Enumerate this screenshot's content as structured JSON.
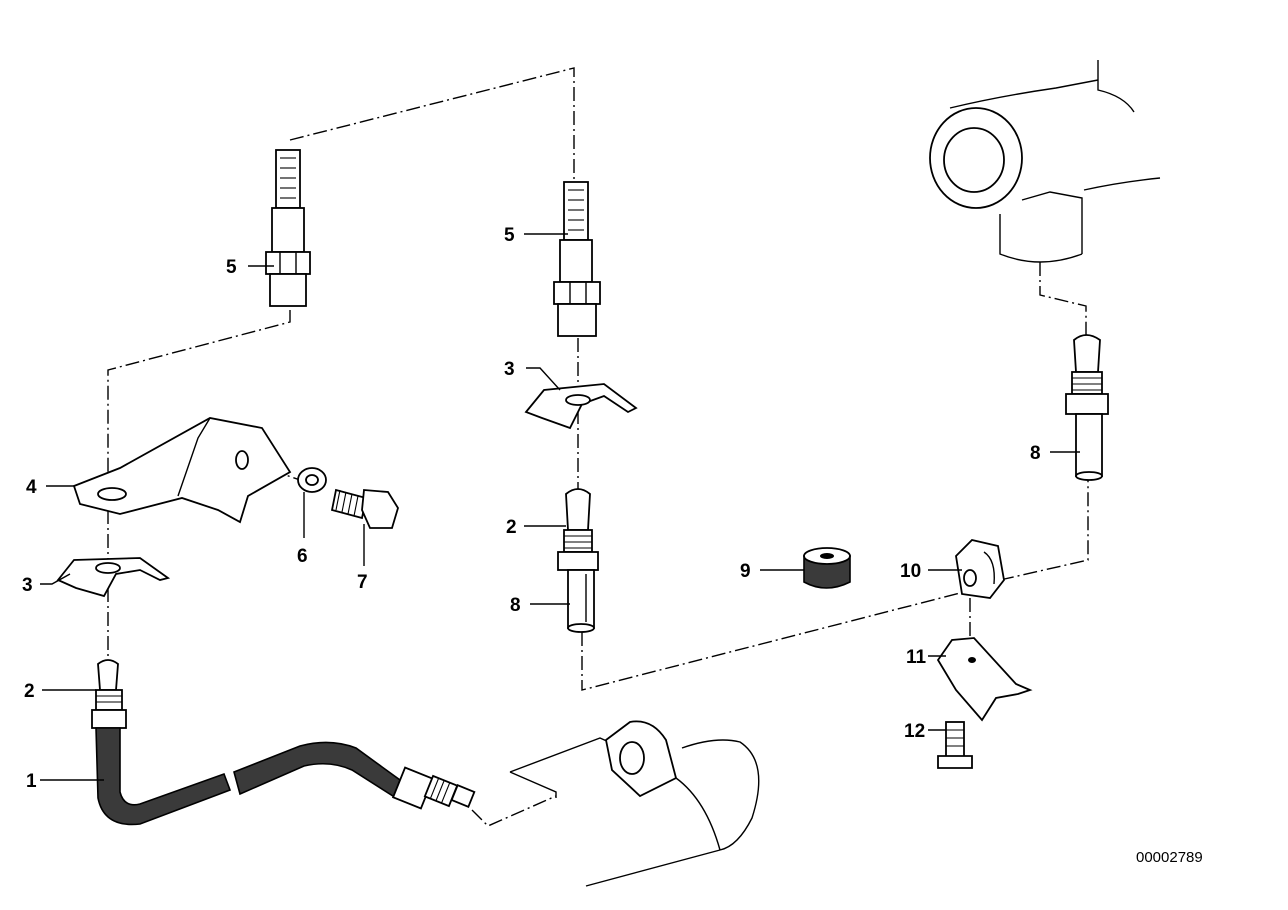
{
  "diagram": {
    "reference_number": "00002789",
    "callouts": [
      {
        "id": "c5a",
        "label": "5"
      },
      {
        "id": "c5b",
        "label": "5"
      },
      {
        "id": "c3a",
        "label": "3"
      },
      {
        "id": "c3b",
        "label": "3"
      },
      {
        "id": "c4",
        "label": "4"
      },
      {
        "id": "c6",
        "label": "6"
      },
      {
        "id": "c7",
        "label": "7"
      },
      {
        "id": "c2a",
        "label": "2"
      },
      {
        "id": "c2b",
        "label": "2"
      },
      {
        "id": "c8a",
        "label": "8"
      },
      {
        "id": "c8b",
        "label": "8"
      },
      {
        "id": "c1",
        "label": "1"
      },
      {
        "id": "c9",
        "label": "9"
      },
      {
        "id": "c10",
        "label": "10"
      },
      {
        "id": "c11",
        "label": "11"
      },
      {
        "id": "c12",
        "label": "12"
      }
    ]
  }
}
